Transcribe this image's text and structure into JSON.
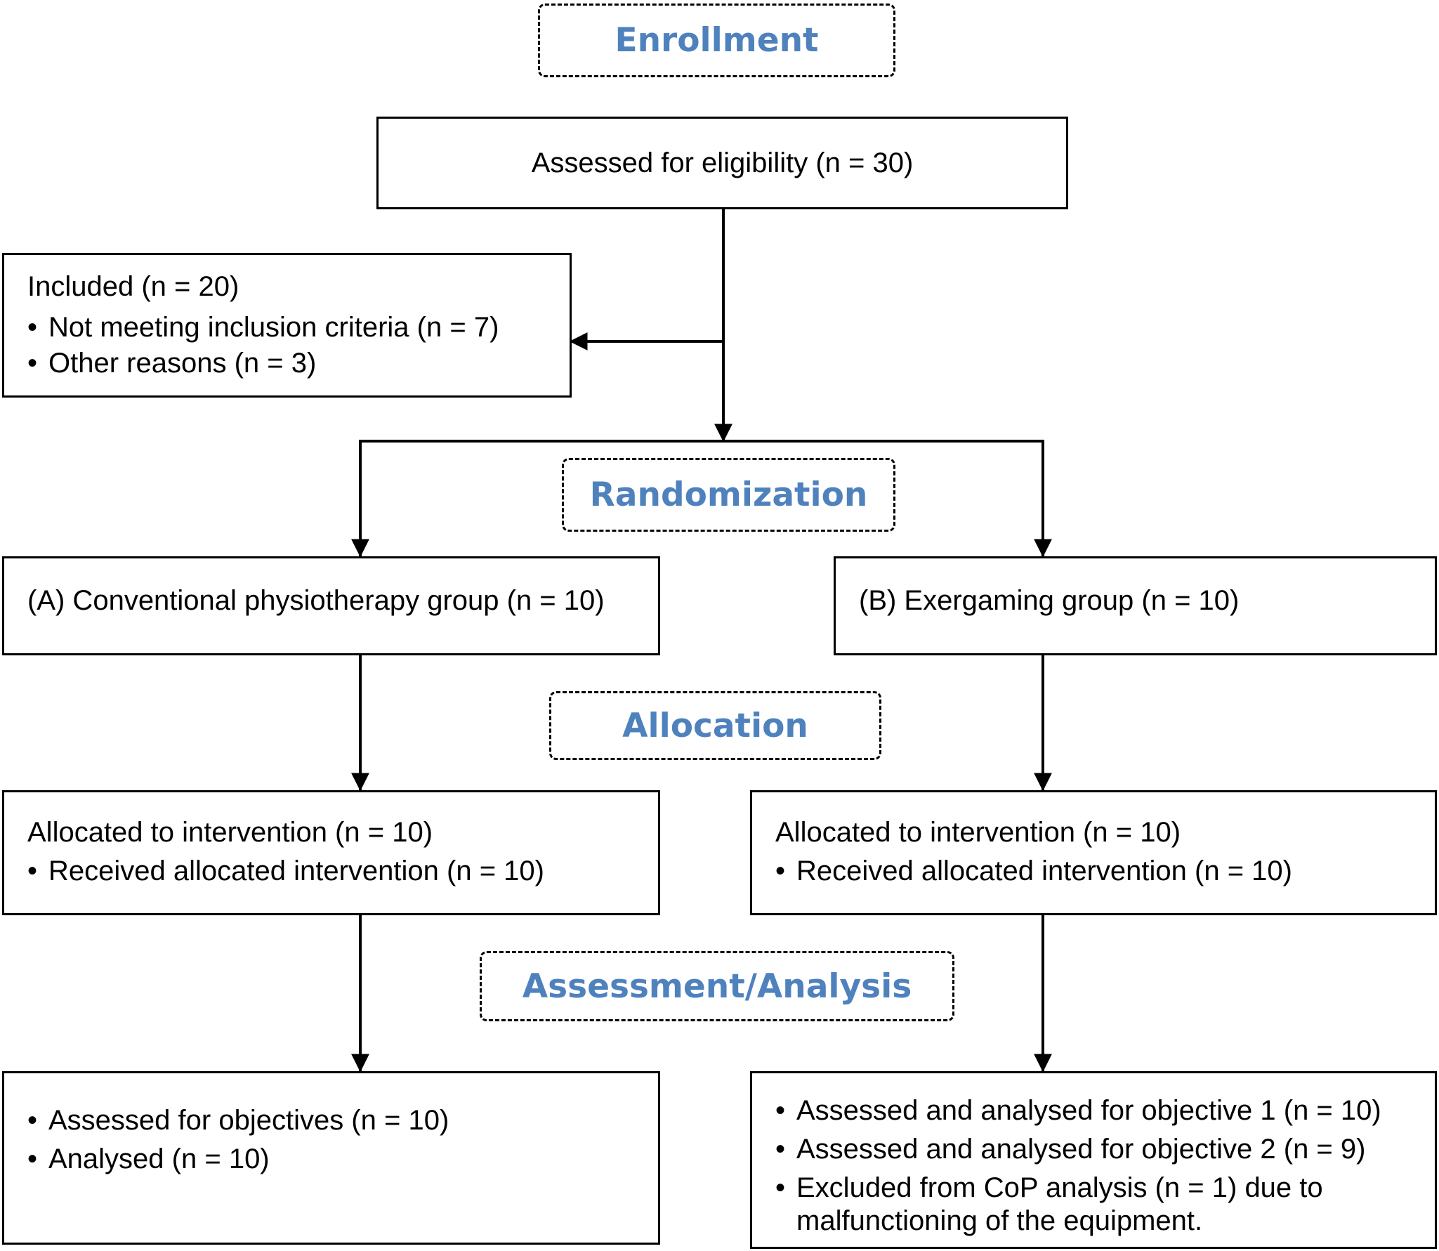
{
  "phases": {
    "enrollment": "Enrollment",
    "randomization": "Randomization",
    "allocation": "Allocation",
    "assessment": "Assessment/Analysis"
  },
  "eligibility": "Assessed for eligibility (n = 30)",
  "included": {
    "title": "Included (n = 20)",
    "items": [
      "Not meeting inclusion criteria (n = 7)",
      "Other reasons (n = 3)"
    ]
  },
  "group_a": "(A) Conventional physiotherapy group (n = 10)",
  "group_b": "(B) Exergaming group (n = 10)",
  "alloc_a": {
    "title": "Allocated to intervention (n = 10)",
    "item": "Received allocated intervention (n = 10)"
  },
  "alloc_b": {
    "title": "Allocated to intervention (n = 10)",
    "item": "Received allocated intervention (n = 10)"
  },
  "analysis_a": [
    "Assessed for objectives (n = 10)",
    "Analysed (n = 10)"
  ],
  "analysis_b": {
    "items": [
      "Assessed and analysed for objective 1 (n = 10)",
      "Assessed and analysed for objective 2 (n = 9)",
      "Excluded from CoP analysis (n = 1) due to"
    ],
    "continuation": "malfunctioning of the equipment."
  },
  "colors": {
    "phase_label": "#4f82bd",
    "line": "#000000"
  }
}
